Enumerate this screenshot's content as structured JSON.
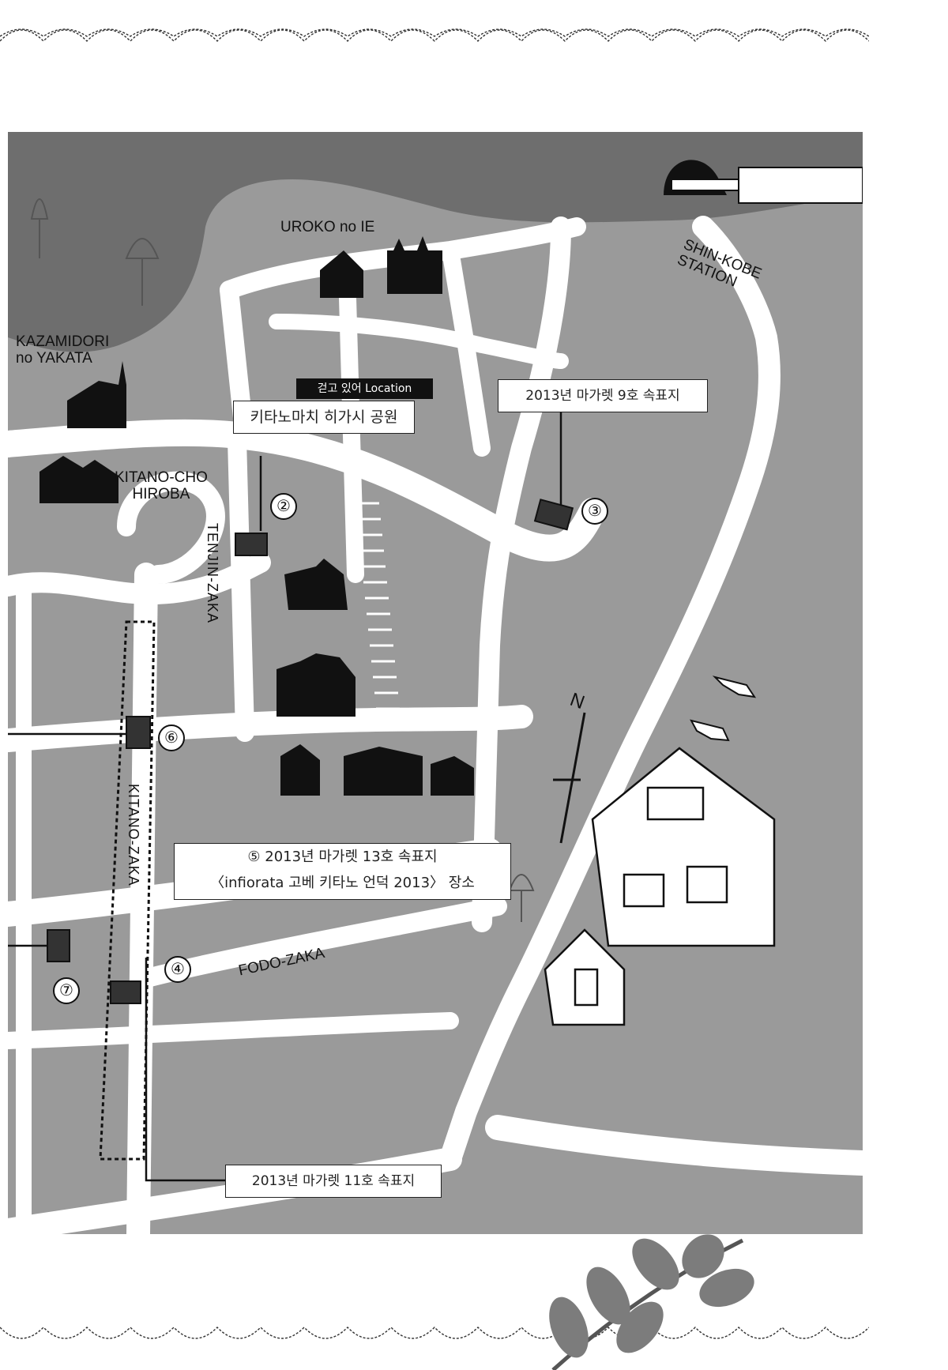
{
  "map": {
    "landmarks": {
      "uroko": "UROKO no IE",
      "kazamidori": "KAZAMIDORI\nno YAKATA",
      "hiroba": "KITANO-CHO\nHIROBA",
      "station": "SHIN-KOBE\nSTATION"
    },
    "streets": {
      "tenjin": "TENJIN-ZAKA",
      "kitano": "KITANO-ZAKA",
      "fodo": "FODO-ZAKA"
    },
    "location_tag": "걷고 있어 Location",
    "callouts": {
      "park": "키타노마치 히가시 공원",
      "issue9": "2013년 마가렛 9호 속표지",
      "issue13_line1": "⑤ 2013년 마가렛 13호 속표지",
      "issue13_line2": "〈infiorata 고베 키타노 언덕 2013〉 장소",
      "issue11": "2013년 마가렛 11호 속표지"
    },
    "markers": [
      "②",
      "③",
      "⑥",
      "④",
      "⑦"
    ],
    "compass": "N",
    "colors": {
      "map_bg": "#9a9a9a",
      "road": "#ffffff",
      "dark_area": "#6e6e6e",
      "silhouette": "#111111"
    }
  }
}
